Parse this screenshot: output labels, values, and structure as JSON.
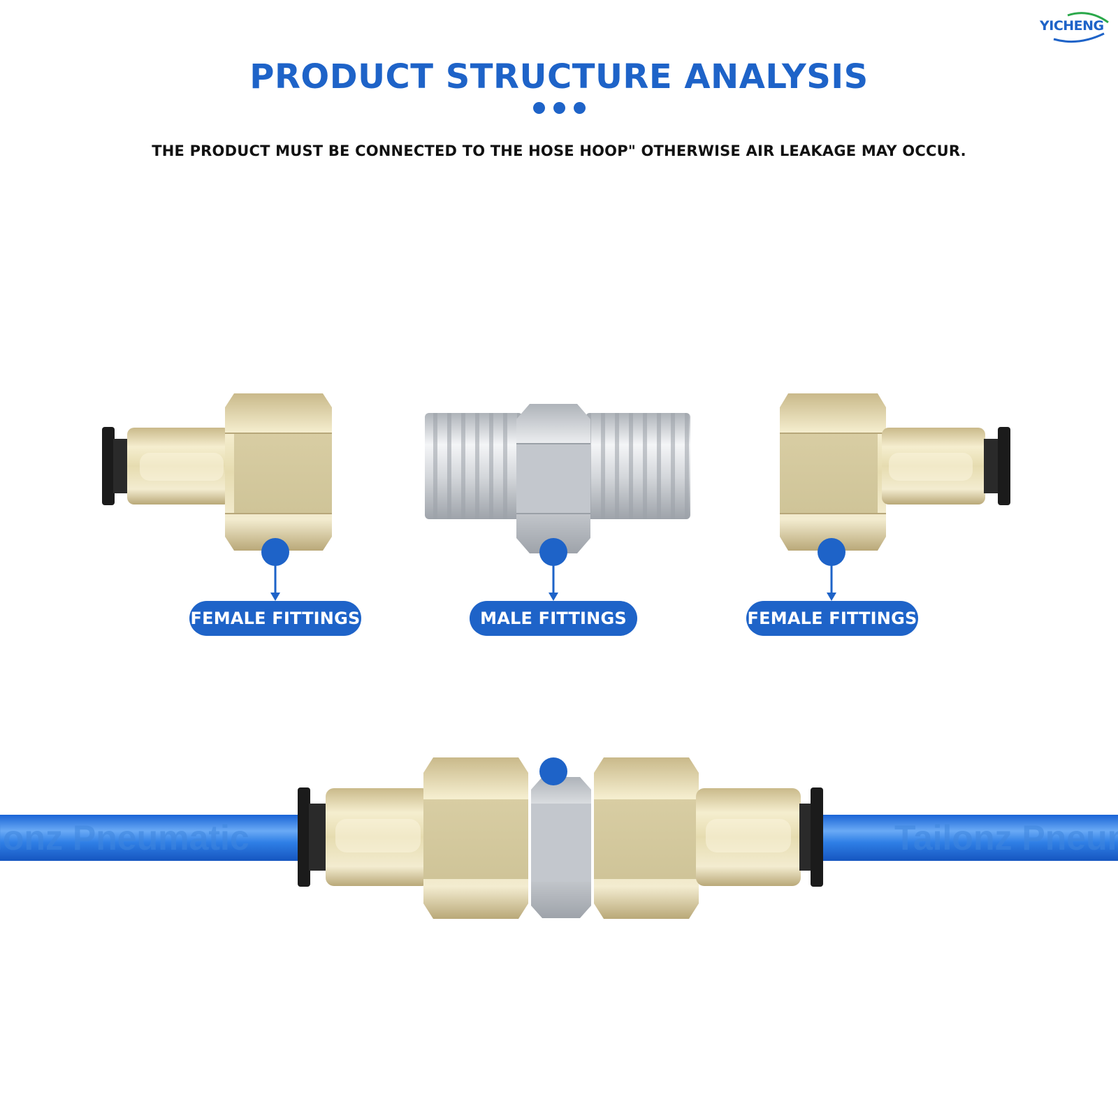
{
  "brand": {
    "name": "YICHENG",
    "color": "#1e63c8"
  },
  "header": {
    "title": "PRODUCT STRUCTURE ANALYSIS",
    "subtitle": "THE PRODUCT MUST BE CONNECTED TO THE HOSE HOOP\" OTHERWISE AIR LEAKAGE MAY OCCUR."
  },
  "labels": {
    "left": "FEMALE FITTINGS",
    "center": "MALE FITTINGS",
    "right": "FEMALE FITTINGS"
  },
  "watermark": {
    "left": "lonz Pneumatic",
    "right": "Tailonz Pneum"
  },
  "colors": {
    "accent": "#1e63c8",
    "brass": "#e6dcb0",
    "steel": "#c8ccd2",
    "hose": "#2f7fe6"
  }
}
